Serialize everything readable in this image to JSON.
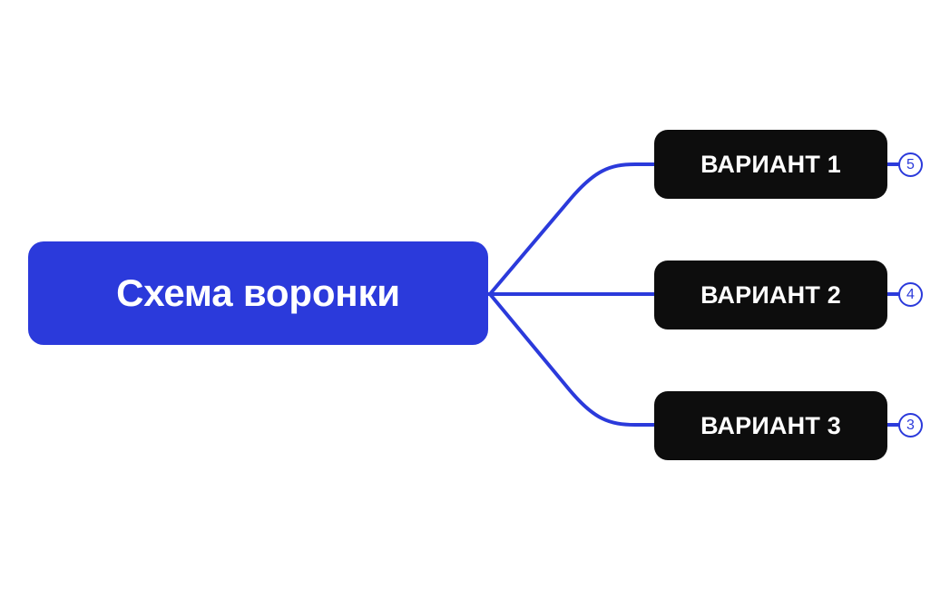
{
  "diagram": {
    "type": "mind-map",
    "title": "Схема воронки",
    "canvas_background": "#ffffff",
    "accent_color": "#2B3ADB",
    "node_color": "#0D0D0D",
    "root": {
      "label": "Схема воронки",
      "background": "#2B3ADB",
      "text_color": "#ffffff"
    },
    "branches": [
      {
        "label": "ВАРИАНТ 1",
        "badge": "5",
        "background": "#0D0D0D",
        "text_color": "#ffffff"
      },
      {
        "label": "ВАРИАНТ 2",
        "badge": "4",
        "background": "#0D0D0D",
        "text_color": "#ffffff"
      },
      {
        "label": "ВАРИАНТ 3",
        "badge": "3",
        "background": "#0D0D0D",
        "text_color": "#ffffff"
      }
    ]
  }
}
